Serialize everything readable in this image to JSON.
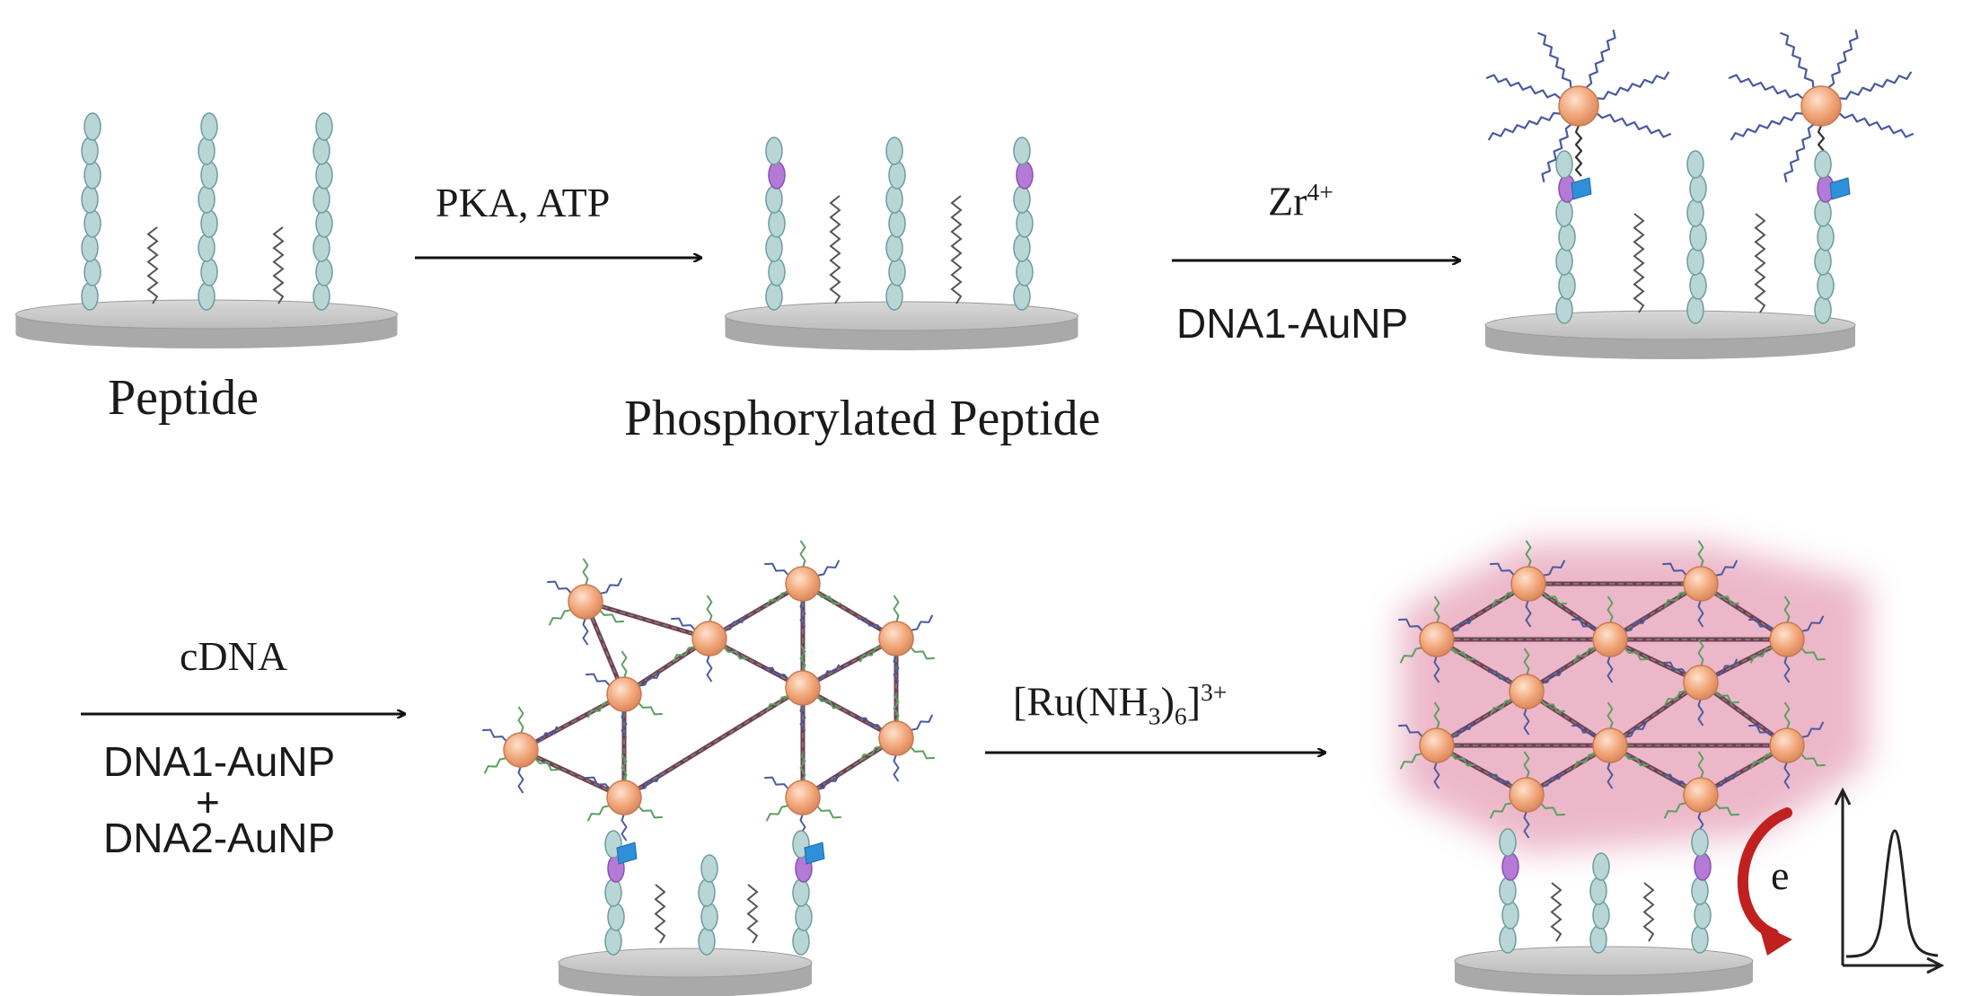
{
  "labels": {
    "peptide": "Peptide",
    "phosphorylated": "Phosphorylated Peptide",
    "arrow1": "PKA, ATP",
    "arrow2_top_base": "Zr",
    "arrow2_top_sup": "4+",
    "arrow2_bottom": "DNA1-AuNP",
    "arrow3_top": "cDNA",
    "arrow3_bottom1": "DNA1-AuNP",
    "arrow3_plus": "+",
    "arrow3_bottom2": "DNA2-AuNP",
    "arrow4_a": "[Ru(NH",
    "arrow4_sub": "3",
    "arrow4_b": ")",
    "arrow4_sub2": "6",
    "arrow4_c": "]",
    "arrow4_sup": "3+",
    "electron": "e"
  },
  "colors": {
    "electrode": "#c9c9c9",
    "peptide_bead": "#b8d6d6",
    "phospho": "#b47ad8",
    "gold": "#f2a77a",
    "zr": "#2f8fd8",
    "dna_blue": "#4a5aa0",
    "dna_green": "#5aa060",
    "link": "#7a3a5a",
    "glow": "#e6a0b8",
    "arrow_red": "#c02020"
  }
}
